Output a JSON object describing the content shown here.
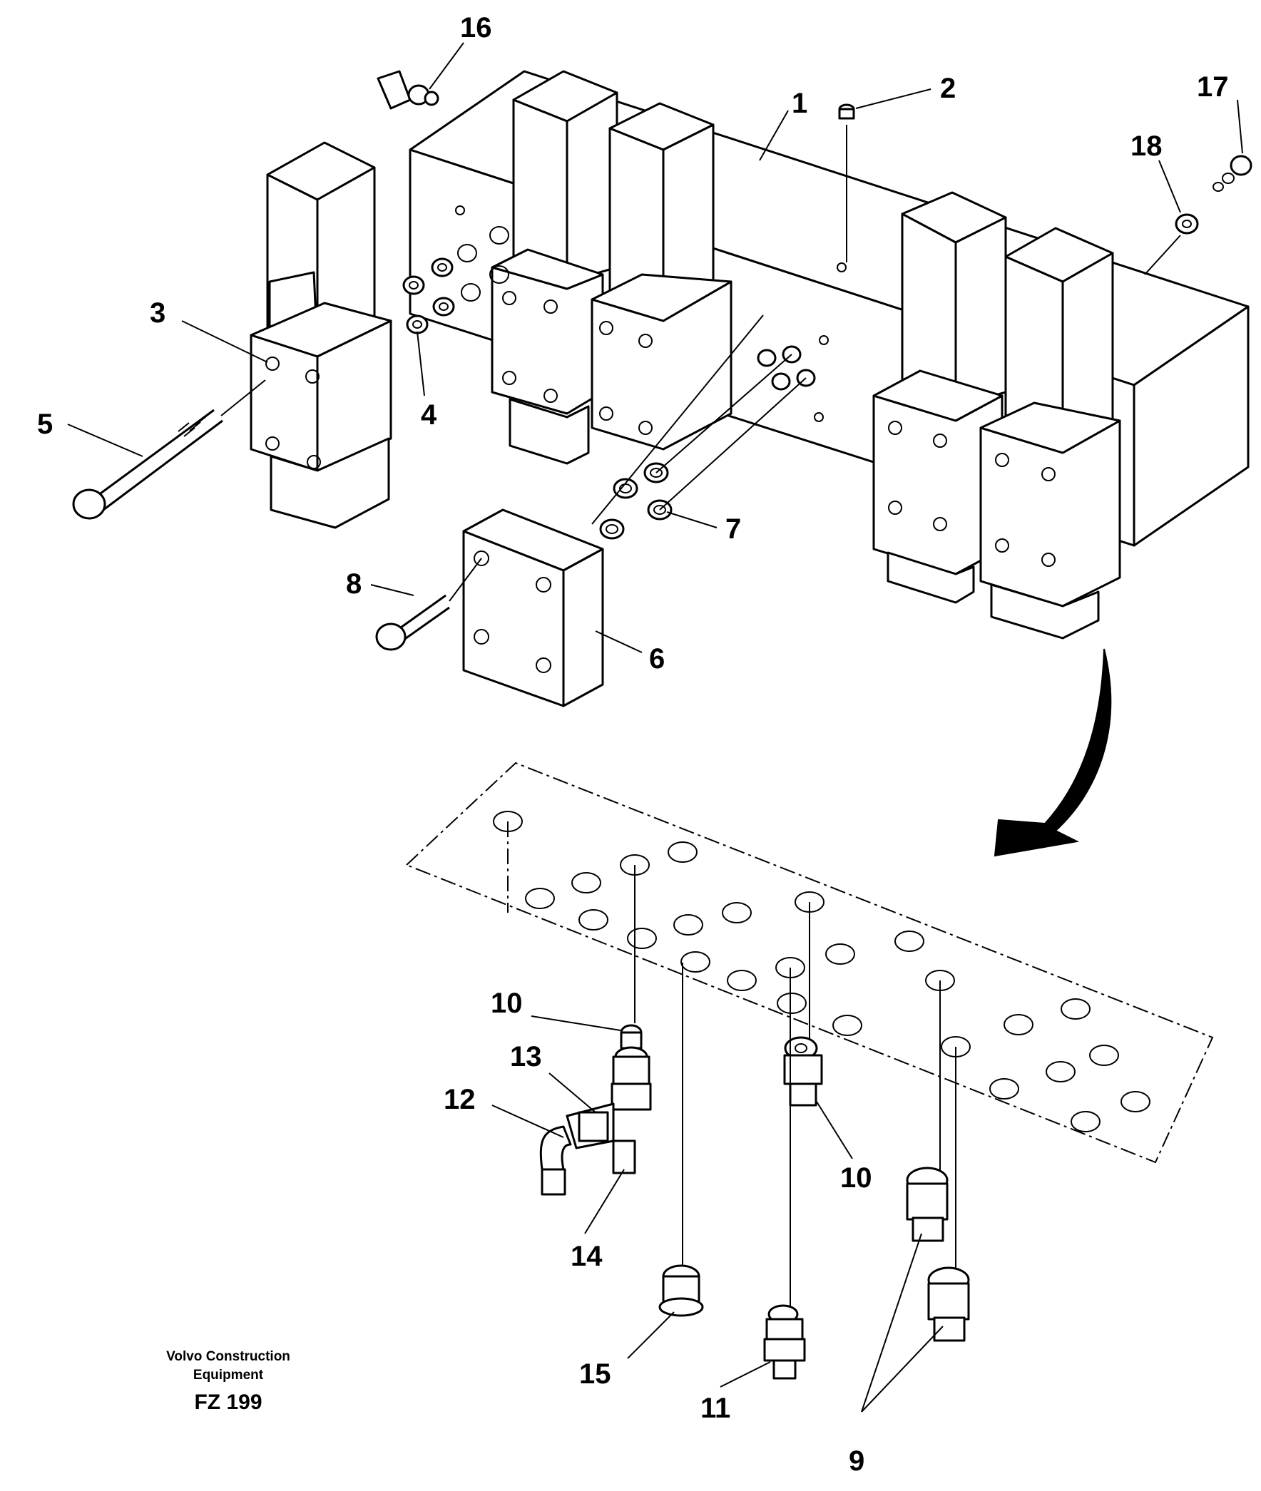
{
  "callouts": {
    "c1": "1",
    "c2": "2",
    "c3": "3",
    "c4": "4",
    "c5": "5",
    "c6": "6",
    "c7": "7",
    "c8": "8",
    "c9": "9",
    "c10a": "10",
    "c10b": "10",
    "c11": "11",
    "c12": "12",
    "c13": "13",
    "c14": "14",
    "c15": "15",
    "c16": "16",
    "c17": "17",
    "c18": "18"
  },
  "footer": {
    "company_line1": "Volvo Construction",
    "company_line2": "Equipment",
    "drawing_code": "FZ 199"
  },
  "colors": {
    "ink": "#000000",
    "paper": "#ffffff"
  }
}
